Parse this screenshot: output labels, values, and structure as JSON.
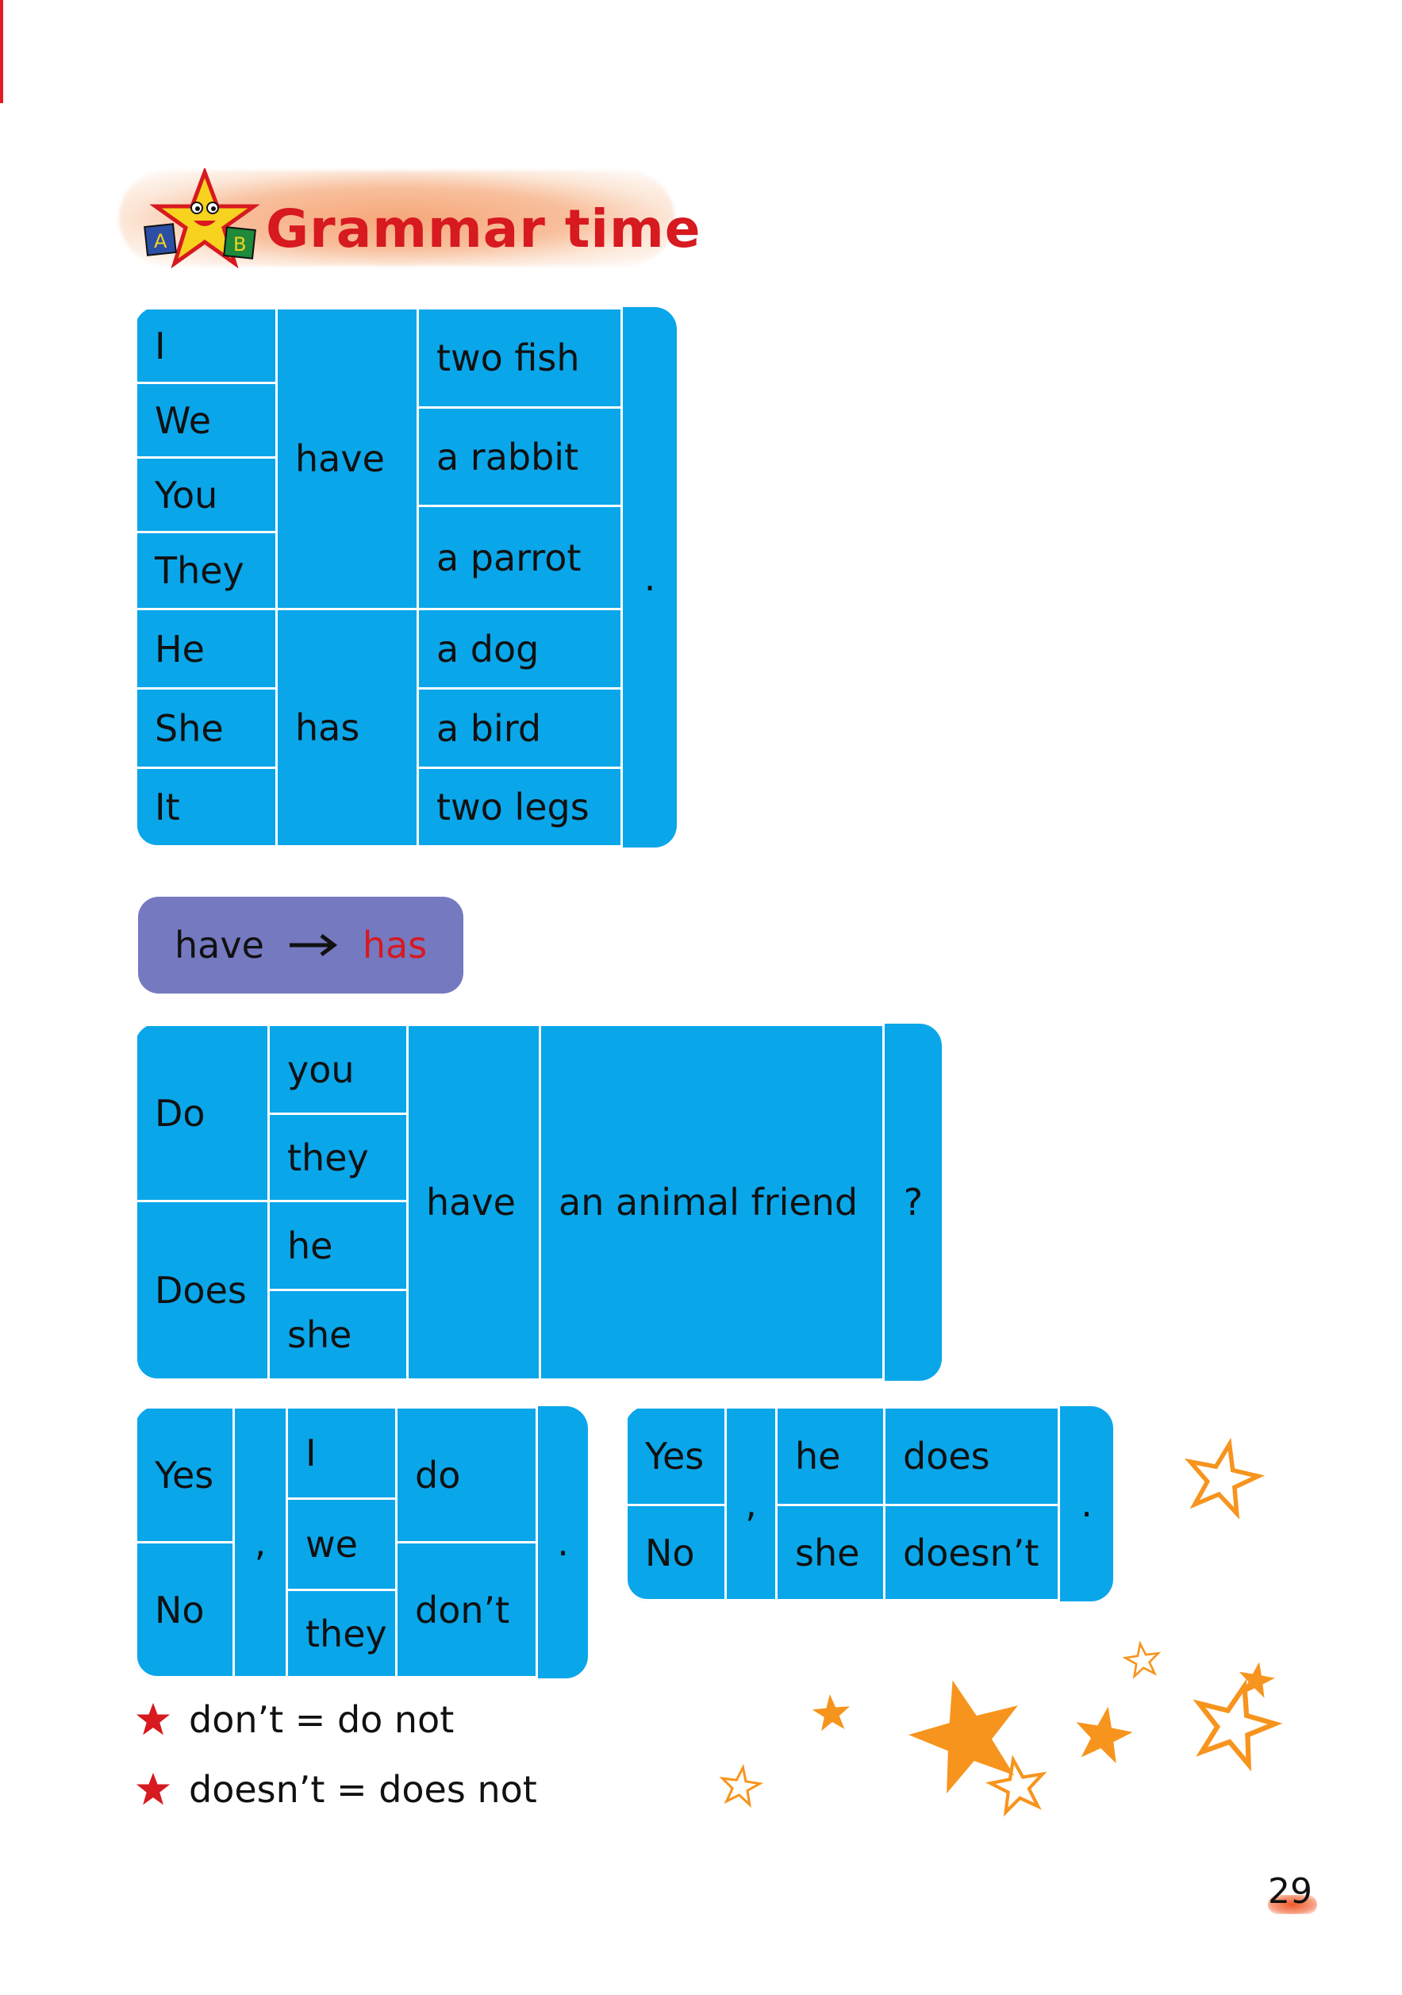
{
  "header": {
    "title": "Grammar time"
  },
  "table1": {
    "subjects": [
      "I",
      "We",
      "You",
      "They",
      "He",
      "She",
      "It"
    ],
    "verbs": [
      "have",
      "has"
    ],
    "objects": [
      "two fish",
      "a rabbit",
      "a parrot",
      "a dog",
      "a bird",
      "two legs"
    ],
    "end": "."
  },
  "rule": {
    "from": "have",
    "to": "has"
  },
  "table2": {
    "aux": [
      "Do",
      "Does"
    ],
    "subjects": [
      "you",
      "they",
      "he",
      "she"
    ],
    "verb": "have",
    "object": "an animal friend",
    "end": "?"
  },
  "table3": {
    "answers": [
      "Yes",
      "No"
    ],
    "comma": ",",
    "subjects": [
      "I",
      "we",
      "they"
    ],
    "verbs": [
      "do",
      "don’t"
    ],
    "end": "."
  },
  "table4": {
    "answers": [
      "Yes",
      "No"
    ],
    "comma": ",",
    "subjects": [
      "he",
      "she"
    ],
    "verbs": [
      "does",
      "doesn’t"
    ],
    "end": "."
  },
  "notes": [
    "don’t = do not",
    "doesn’t = does not"
  ],
  "colors": {
    "table": "#0aa6ea",
    "title": "#d71920",
    "pill": "#7479c0",
    "star": "#f7941d",
    "note_star": "#d71920"
  },
  "page_number": "29"
}
